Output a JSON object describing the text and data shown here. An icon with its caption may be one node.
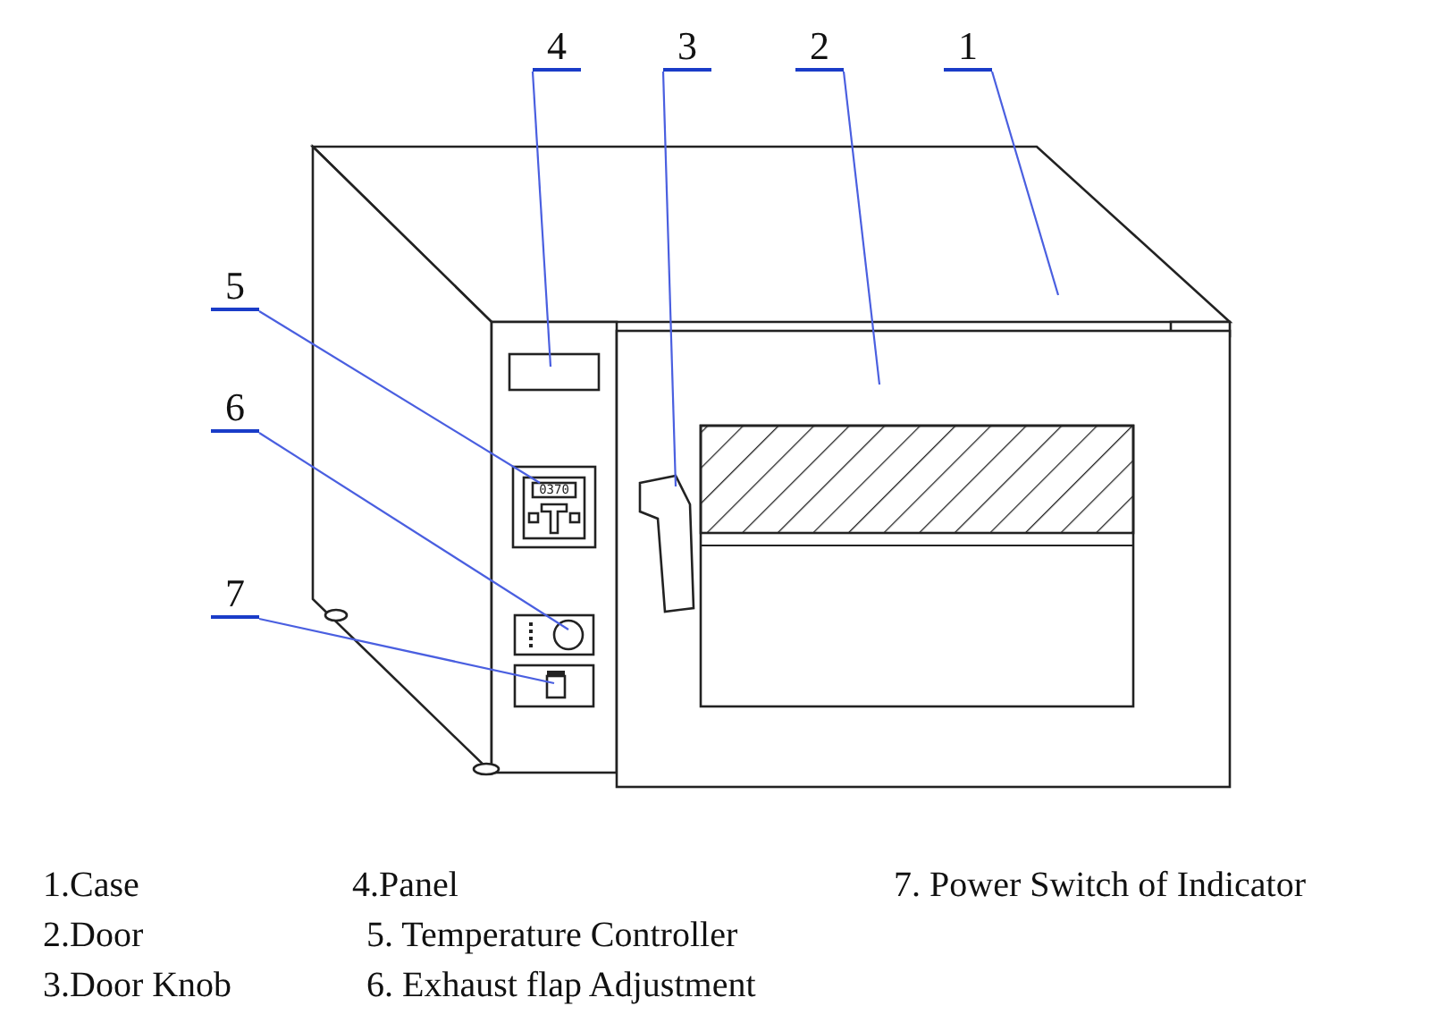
{
  "diagram": {
    "nodes": [
      {
        "text": [
          "1"
        ]
      },
      {
        "text": [
          "2"
        ]
      },
      {
        "text": [
          "3"
        ]
      },
      {
        "text": [
          "4"
        ]
      },
      {
        "text": [
          "5"
        ]
      },
      {
        "text": [
          "6"
        ]
      },
      {
        "text": [
          "7"
        ]
      },
      {
        "text": [],
        "shape": "picture"
      },
      {
        "text": [],
        "shape": "picture",
        "in": 7
      },
      {
        "text": [],
        "shape": "picture",
        "in": 8
      },
      {
        "text": [],
        "shape": "box",
        "in": 7
      },
      {
        "text": [],
        "shape": "picture",
        "in": 7
      },
      {
        "text": [],
        "shape": "picture",
        "in": 7
      },
      {
        "text": [],
        "shape": "picture",
        "in": 7
      }
    ],
    "edges": [
      {
        "from": 0,
        "to": 7,
        "arrow": "none"
      },
      {
        "from": 1,
        "to": 8,
        "arrow": "none"
      },
      {
        "from": 2,
        "to": 9,
        "arrow": "none"
      },
      {
        "from": 3,
        "to": 10,
        "arrow": "none"
      },
      {
        "from": 4,
        "to": 11,
        "arrow": "none"
      },
      {
        "from": 5,
        "to": 12,
        "arrow": "none"
      },
      {
        "from": 6,
        "to": 13,
        "arrow": "none"
      }
    ],
    "labels": [
      "1.Case",
      "4.Panel",
      "7. Power Switch of Indicator",
      "2.Door",
      "5. Temperature Controller",
      "3.Door Knob",
      "6. Exhaust flap Adjustment",
      "0370"
    ]
  }
}
